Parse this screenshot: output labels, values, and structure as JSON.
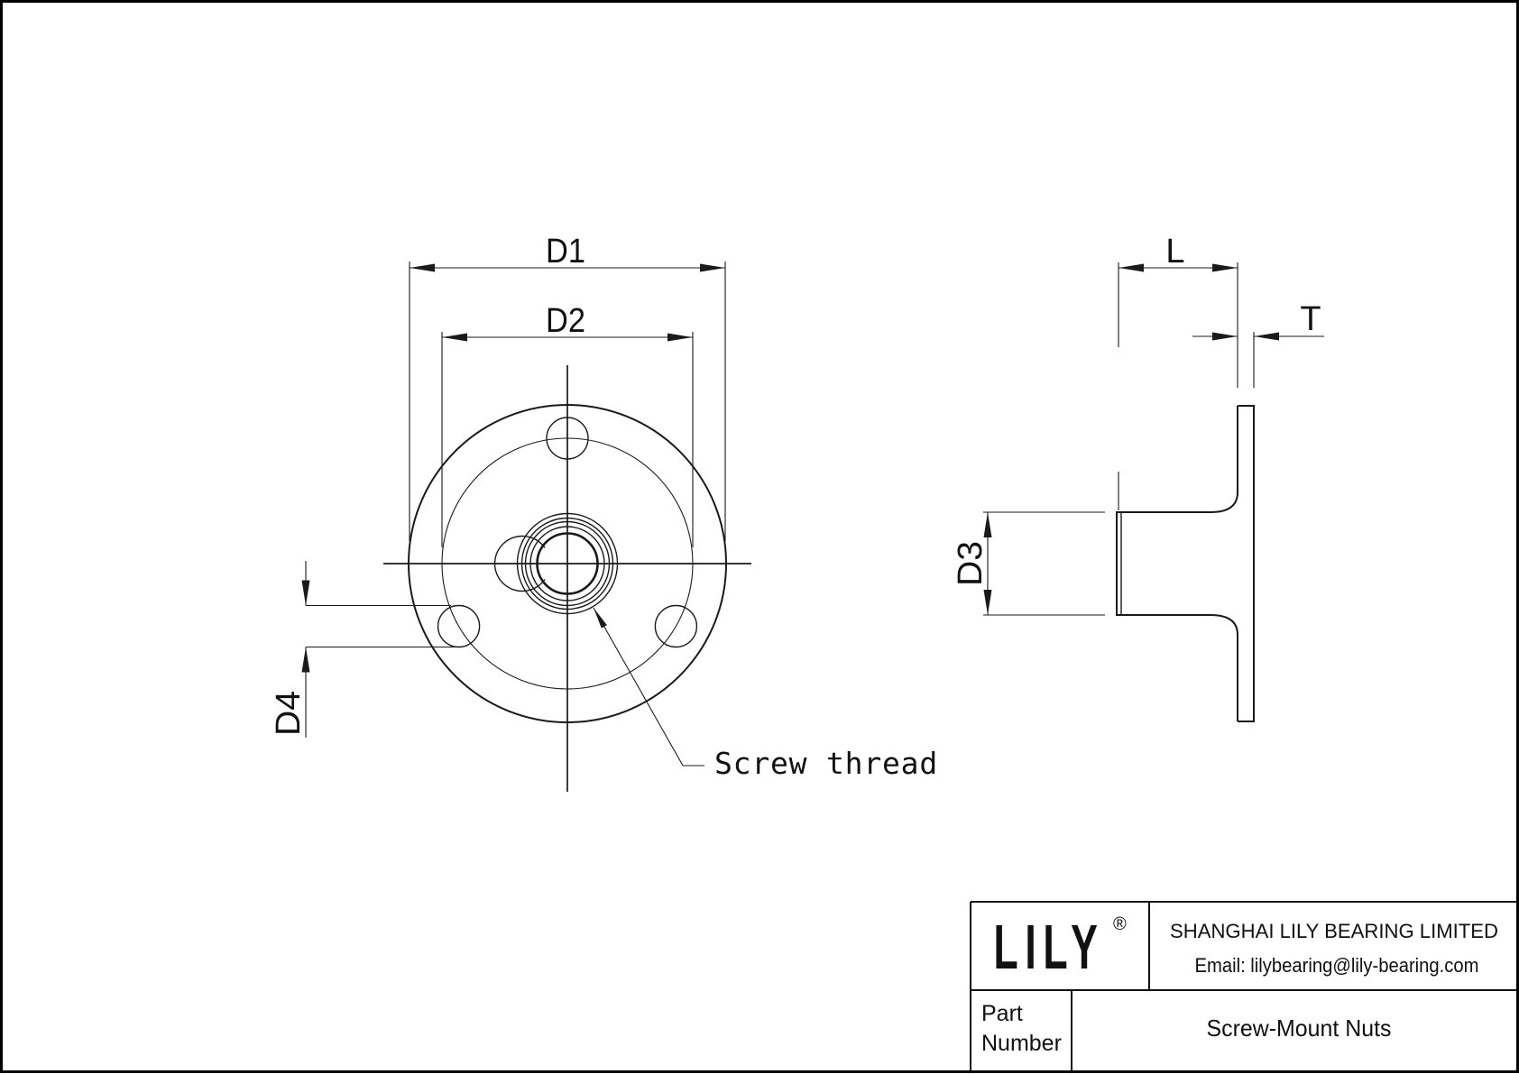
{
  "sheet": {
    "background_color": "#ffffff",
    "line_color": "#1a1a1a"
  },
  "front_view": {
    "dim_d1": "D1",
    "dim_d2": "D2",
    "dim_d4": "D4",
    "thread_note": "Screw thread"
  },
  "side_view": {
    "dim_l": "L",
    "dim_t": "T",
    "dim_d3": "D3"
  },
  "title_block": {
    "logo_text": "LILY",
    "registered_mark": "®",
    "company_name": "SHANGHAI LILY BEARING LIMITED",
    "email_line": "Email: lilybearing@lily-bearing.com",
    "part_label_line1": "Part",
    "part_label_line2": "Number",
    "part_name": "Screw-Mount Nuts"
  }
}
